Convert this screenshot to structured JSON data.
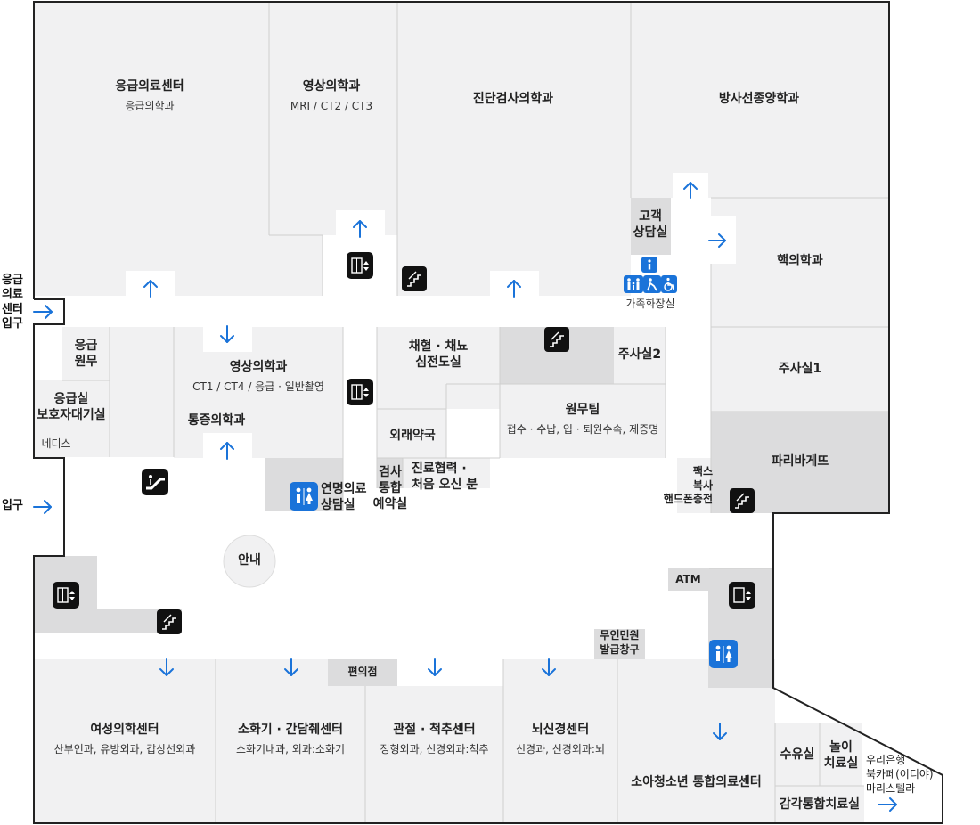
{
  "colors": {
    "room_fill": "#f1f1f2",
    "gray_fill": "#dcdcdd",
    "wall": "#222222",
    "divider": "#cfcfcf",
    "arrow_blue": "#1a73d9",
    "icon_black": "#111111"
  },
  "entrances": {
    "emergency": [
      "응급",
      "의료",
      "센터",
      "입구"
    ],
    "main": "입구"
  },
  "rooms": {
    "emergency_center": {
      "name": "응급의료센터",
      "sub": "응급의학과"
    },
    "imaging_top": {
      "name": "영상의학과",
      "sub": "MRI / CT2 / CT3"
    },
    "diagnostic": {
      "name": "진단검사의학과"
    },
    "radiation_oncology": {
      "name": "방사선종양학과"
    },
    "customer_consult": {
      "name": [
        "고객",
        "상담실"
      ]
    },
    "nuclear_medicine": {
      "name": "핵의학과"
    },
    "family_restroom": {
      "name": "가족화장실"
    },
    "emergency_office": {
      "name": [
        "응급",
        "원무"
      ]
    },
    "guardian_waiting": {
      "name": [
        "응급실",
        "보호자대기실"
      ]
    },
    "nedis": {
      "name": "네디스"
    },
    "imaging_mid": {
      "name": "영상의학과",
      "sub": "CT1 / CT4 / 응급 · 일반촬영"
    },
    "pain_medicine": {
      "name": "통증의학과"
    },
    "blood_ecg": {
      "name": [
        "채혈 · 채뇨",
        "심전도실"
      ]
    },
    "injection2": {
      "name": "주사실2"
    },
    "injection1": {
      "name": "주사실1"
    },
    "admin_team": {
      "name": "원무팀",
      "sub": "접수 · 수납, 입 · 퇴원수속, 제증명"
    },
    "outpatient_pharmacy": {
      "name": "외래약국"
    },
    "test_booking": {
      "name": [
        "검사",
        "통합",
        "예약실"
      ]
    },
    "care_coop": {
      "name": [
        "진료협력 ·",
        "처음 오신 분"
      ]
    },
    "yonsei_consult": {
      "name": [
        "연명의료",
        "상담실"
      ]
    },
    "paris_baguette": {
      "name": "파리바게뜨"
    },
    "fax_copy": {
      "name": [
        "팩스",
        "복사",
        "핸드폰충전"
      ]
    },
    "info_desk": {
      "name": "안내"
    },
    "atm": {
      "name": "ATM"
    },
    "kiosk": {
      "name": [
        "무인민원",
        "발급창구"
      ]
    },
    "convenience": {
      "name": "편의점"
    },
    "womens_center": {
      "name": "여성의학센터",
      "sub": "산부인과, 유방외과, 갑상선외과"
    },
    "digestive_center": {
      "name": "소화기 · 간담췌센터",
      "sub": "소화기내과, 외과:소화기"
    },
    "joint_spine": {
      "name": "관절 · 척추센터",
      "sub": "정형외과, 신경외과:척추"
    },
    "brain_nerve": {
      "name": "뇌신경센터",
      "sub": "신경과, 신경외과:뇌"
    },
    "pediatric_center": {
      "name": "소아청소년 통합의료센터"
    },
    "nursing_room": {
      "name": "수유실"
    },
    "play_therapy": {
      "name": [
        "놀이",
        "치료실"
      ]
    },
    "sensory_therapy": {
      "name": "감각통합치료실"
    },
    "exit_shops": {
      "name": [
        "우리은행",
        "북카페(이디야)",
        "마리스텔라"
      ]
    }
  },
  "icon_types": [
    "elevator-icon",
    "stairs-icon",
    "escalator-icon",
    "info-icon",
    "restroom-icon",
    "family-icon",
    "wheelchair-icon",
    "arrow-up-icon",
    "arrow-down-icon",
    "arrow-right-icon"
  ]
}
